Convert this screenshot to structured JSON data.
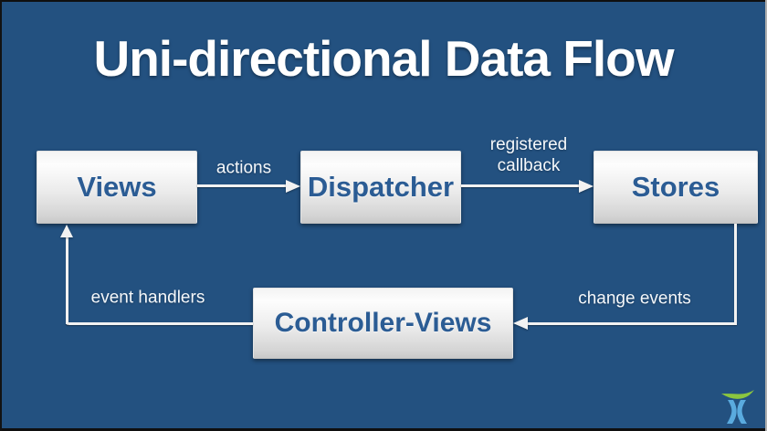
{
  "title": "Uni-directional Data Flow",
  "nodes": {
    "views": "Views",
    "dispatcher": "Dispatcher",
    "stores": "Stores",
    "controller_views": "Controller-Views"
  },
  "edge_labels": {
    "actions": "actions",
    "registered_callback": "registered callback",
    "change_events": "change events",
    "event_handlers": "event handlers"
  },
  "colors": {
    "background": "#235180",
    "box_text": "#2b5c94",
    "arrow": "#f2f2f2",
    "title_text": "#ffffff",
    "label_text": "#f5f8fb",
    "logo_green": "#8bc53f",
    "logo_blue": "#5aabdf"
  },
  "logo": {
    "name": "atlassian-logo"
  }
}
